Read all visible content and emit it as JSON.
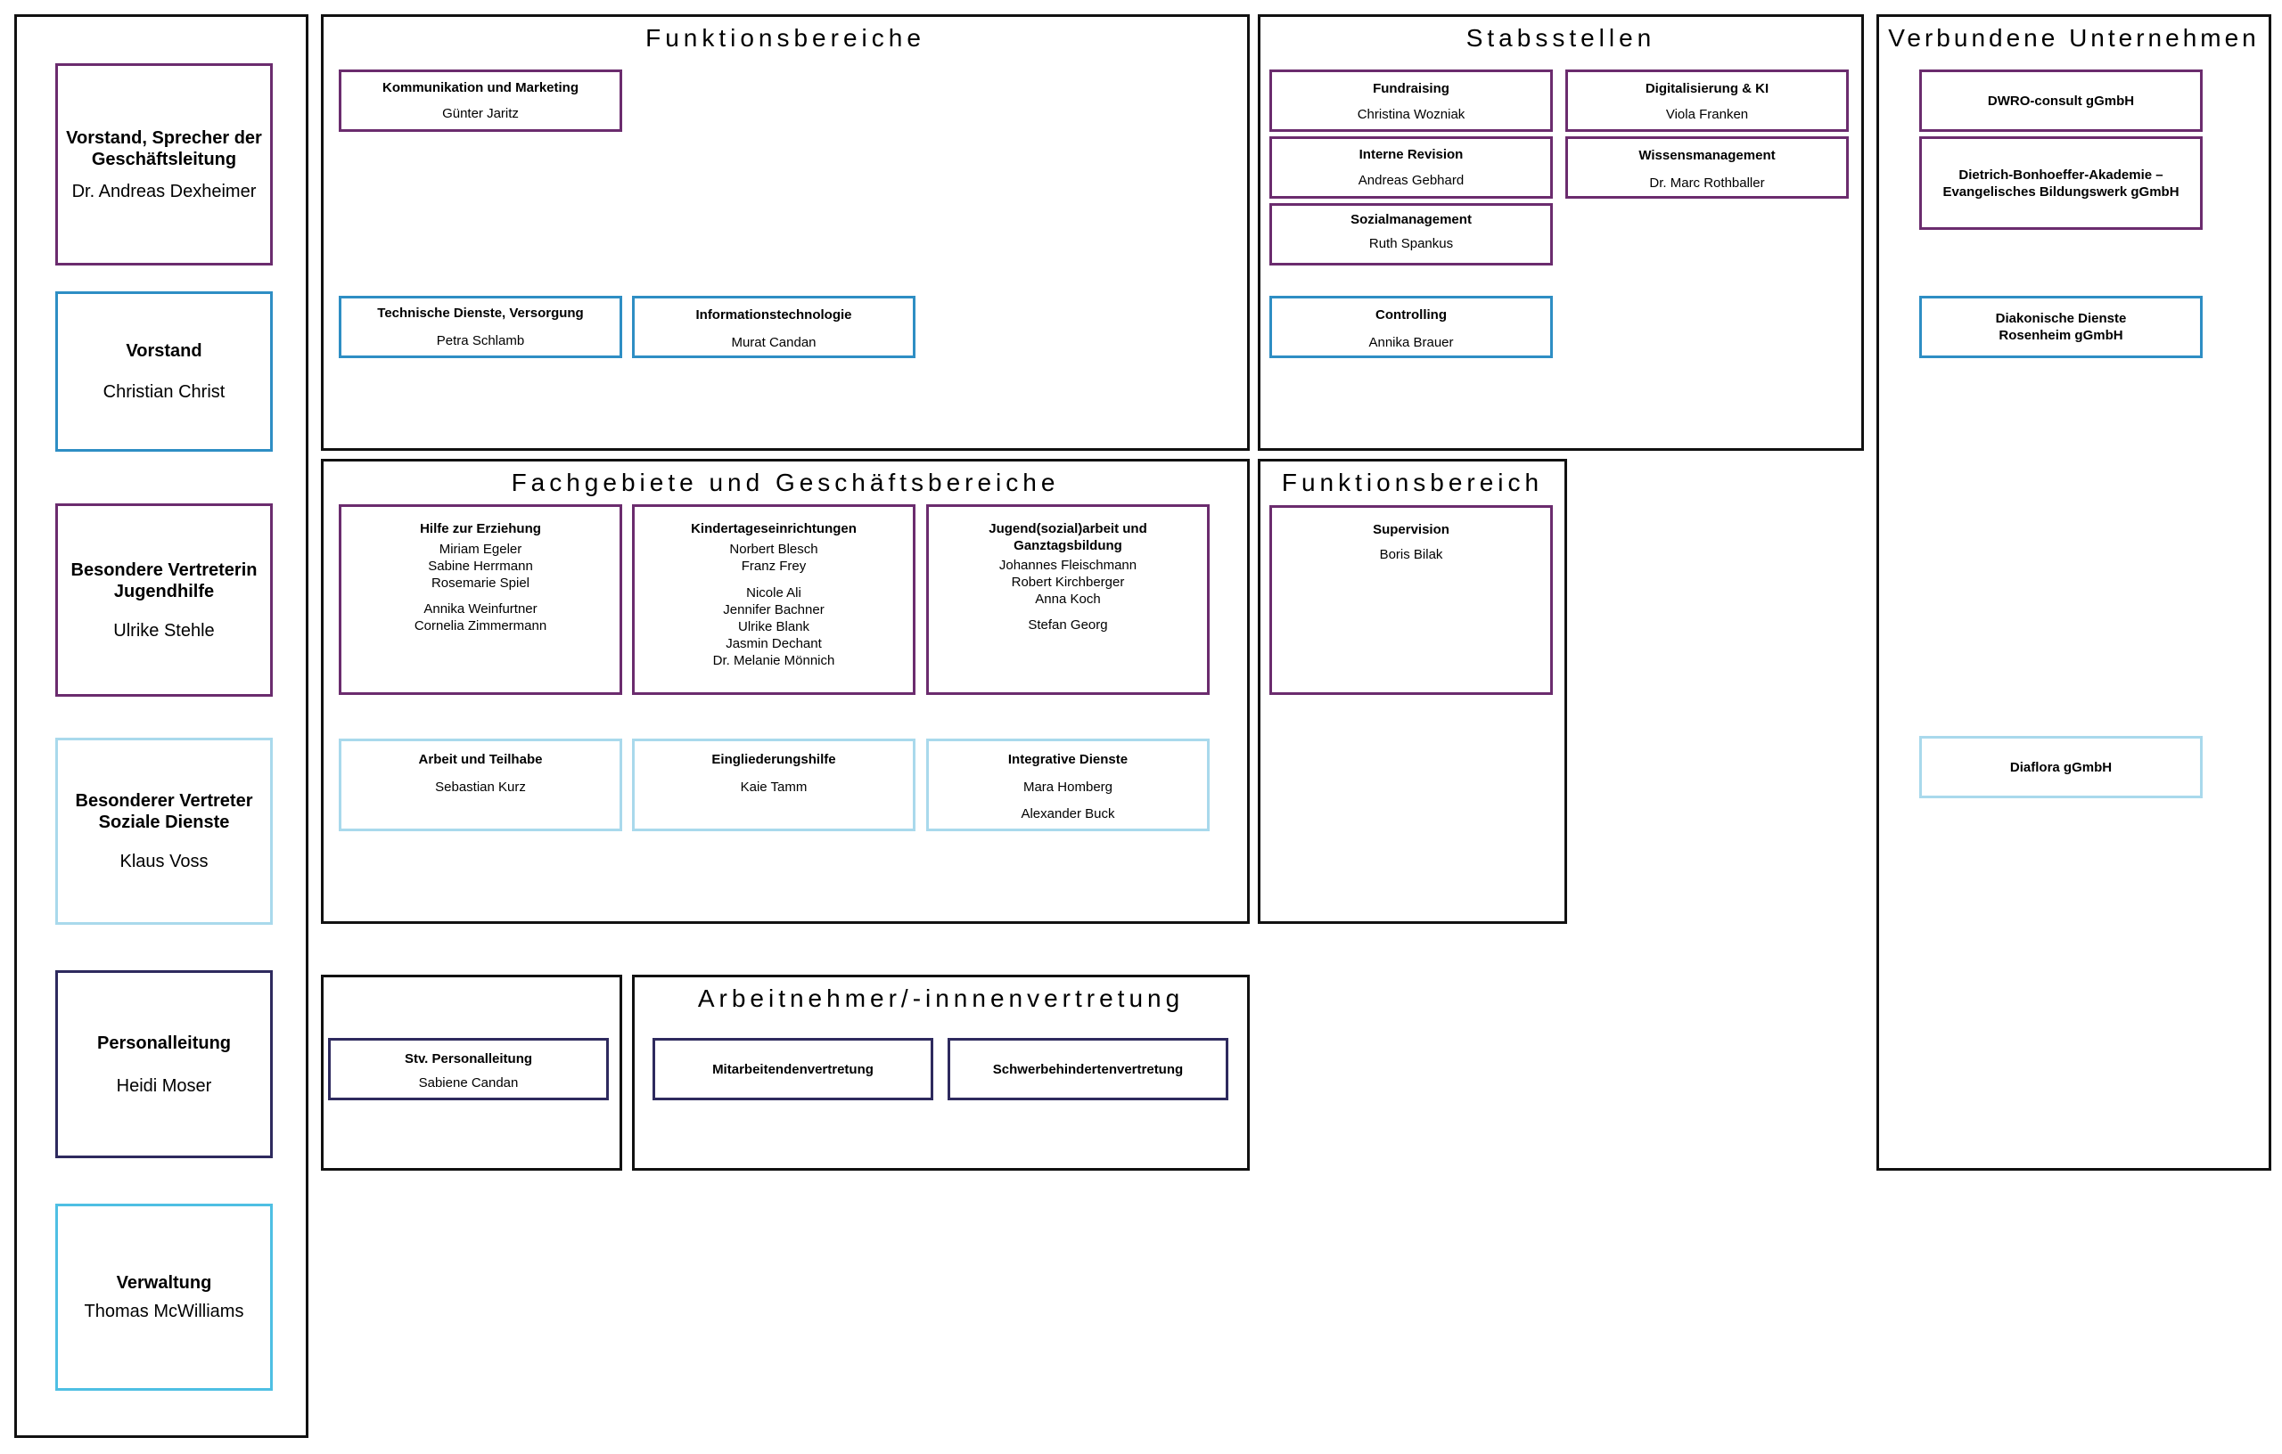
{
  "panels": {
    "funktionsbereiche": "Funktionsbereiche",
    "stabsstellen": "Stabsstellen",
    "verbundene": "Verbundene Unternehmen",
    "fachgebiete": "Fachgebiete und Geschäftsbereiche",
    "funktionsbereich": "Funktionsbereich",
    "arbeitnehmer": "Arbeitnehmer/-innnenvertretung"
  },
  "leadership": [
    {
      "title": "Vorstand, Sprecher der Geschäftsleitung",
      "person": "Dr. Andreas Dexheimer",
      "color": "#6b2c6e"
    },
    {
      "title": "Vorstand",
      "person": "Christian Christ",
      "color": "#2e8ec4"
    },
    {
      "title": "Besondere Vertreterin Jugendhilfe",
      "person": "Ulrike Stehle",
      "color": "#6b2c6e"
    },
    {
      "title": "Besonderer Vertreter Soziale Dienste",
      "person": "Klaus Voss",
      "color": "#a9d9ec"
    },
    {
      "title": "Personalleitung",
      "person": "Heidi Moser",
      "color": "#2e2a5e"
    },
    {
      "title": "Verwaltung",
      "person": "Thomas McWilliams",
      "color": "#4ebfe3"
    }
  ],
  "funktionsbereiche": {
    "kommunikation": {
      "title": "Kommunikation und Marketing",
      "person": "Günter Jaritz"
    },
    "technische": {
      "title": "Technische Dienste, Versorgung",
      "person": "Petra Schlamb"
    },
    "it": {
      "title": "Informationstechnologie",
      "person": "Murat Candan"
    }
  },
  "stabsstellen": {
    "fundraising": {
      "title": "Fundraising",
      "person": "Christina Wozniak"
    },
    "digital": {
      "title": "Digitalisierung & KI",
      "person": "Viola Franken"
    },
    "revision": {
      "title": "Interne Revision",
      "person": "Andreas Gebhard"
    },
    "wissen": {
      "title": "Wissensmanagement",
      "person": "Dr. Marc Rothballer"
    },
    "sozial": {
      "title": "Sozialmanagement",
      "person": "Ruth Spankus"
    },
    "controlling": {
      "title": "Controlling",
      "person": "Annika Brauer"
    }
  },
  "verbundene": {
    "dwro": "DWRO-consult gGmbH",
    "dba": "Dietrich-Bonhoeffer-Akademie – Evangelisches Bildungswerk gGmbH",
    "diakonische": "Diakonische Dienste Rosenheim gGmbH",
    "diaflora": "Diaflora gGmbH"
  },
  "fachgebiete": {
    "hze": {
      "title": "Hilfe zur Erziehung",
      "group1": [
        "Miriam Egeler",
        "Sabine Herrmann",
        "Rosemarie Spiel"
      ],
      "group2": [
        "Annika Weinfurtner",
        "Cornelia Zimmermann"
      ]
    },
    "kita": {
      "title": "Kindertageseinrichtungen",
      "group1": [
        "Norbert Blesch",
        "Franz Frey"
      ],
      "group2": [
        "Nicole Ali",
        "Jennifer Bachner",
        "Ulrike Blank",
        "Jasmin Dechant",
        "Dr. Melanie Mönnich"
      ]
    },
    "jugend": {
      "title": "Jugend(sozial)arbeit und Ganztagsbildung",
      "group1": [
        "Johannes Fleischmann",
        "Robert Kirchberger",
        "Anna Koch"
      ],
      "group2": [
        "Stefan Georg"
      ]
    },
    "arbeit": {
      "title": "Arbeit und Teilhabe",
      "person": "Sebastian Kurz"
    },
    "eingliederung": {
      "title": "Eingliederungshilfe",
      "person": "Kaie Tamm"
    },
    "integrative": {
      "title": "Integrative Dienste",
      "person1": "Mara Homberg",
      "person2": "Alexander Buck"
    }
  },
  "supervision": {
    "title": "Supervision",
    "person": "Boris Bilak"
  },
  "personal": {
    "title": "Stv. Personalleitung",
    "person": "Sabiene Candan"
  },
  "vertretung": {
    "mav": "Mitarbeitendenvertretung",
    "sbv": "Schwerbehindertenvertretung"
  }
}
